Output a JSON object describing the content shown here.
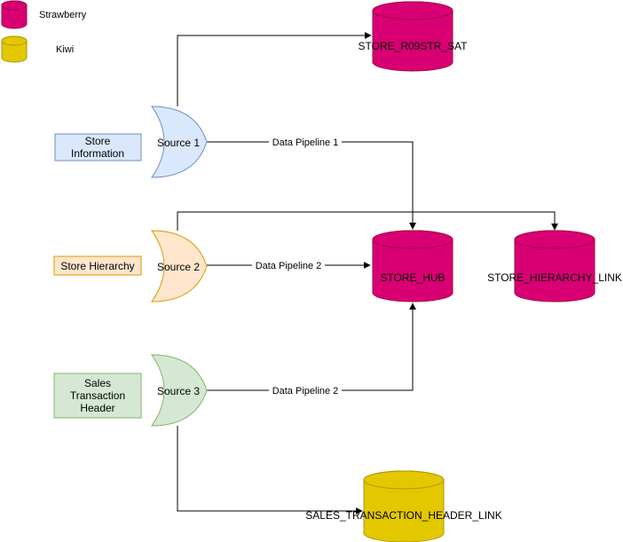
{
  "legend": {
    "items": [
      {
        "label": "Strawberry",
        "color": "#d80073"
      },
      {
        "label": "Kiwi",
        "color": "#e3c800"
      }
    ]
  },
  "inputs": [
    {
      "label_lines": [
        "Store",
        "Information"
      ],
      "fill": "#dae8fc",
      "stroke": "#6c8ebf"
    },
    {
      "label_lines": [
        "Store Hierarchy"
      ],
      "fill": "#ffe6cc",
      "stroke": "#d79b00"
    },
    {
      "label_lines": [
        "Sales",
        "Transaction",
        "Header"
      ],
      "fill": "#d5e8d4",
      "stroke": "#82b366"
    }
  ],
  "sources": [
    {
      "label": "Source 1",
      "fill": "#dae8fc",
      "stroke": "#6c8ebf"
    },
    {
      "label": "Source 2",
      "fill": "#ffe6cc",
      "stroke": "#d79b00"
    },
    {
      "label": "Source 3",
      "fill": "#d5e8d4",
      "stroke": "#82b366"
    }
  ],
  "targets": [
    {
      "label": "STORE_R09STR_SAT",
      "color": "#d80073"
    },
    {
      "label": "STORE_HUB",
      "color": "#d80073"
    },
    {
      "label": "STORE_HIERARCHY_LINK",
      "color": "#d80073"
    },
    {
      "label": "SALES_TRANSACTION_HEADER_LINK",
      "color": "#e3c800"
    }
  ],
  "edges": [
    {
      "label": "Data Pipeline 1"
    },
    {
      "label": "Data Pipeline 2"
    },
    {
      "label": "Data Pipeline 2"
    }
  ]
}
